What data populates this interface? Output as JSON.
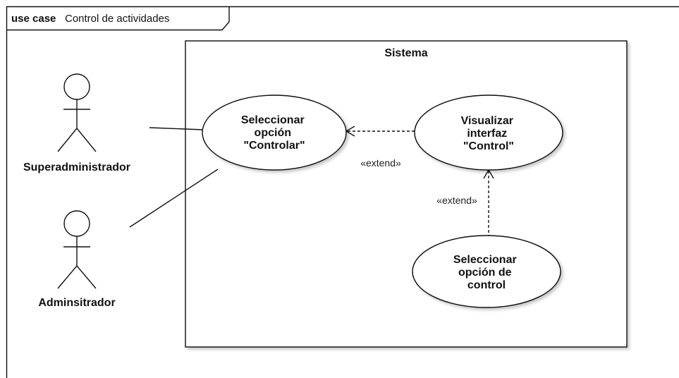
{
  "frame": {
    "keyword": "use case",
    "name": "Control de actividades"
  },
  "system": {
    "title": "Sistema"
  },
  "actors": [
    {
      "name": "Superadministrador"
    },
    {
      "name": "Adminsitrador"
    }
  ],
  "use_cases": [
    {
      "lines": [
        "Seleccionar",
        "opción",
        "\"Controlar\""
      ]
    },
    {
      "lines": [
        "Visualizar",
        "interfaz",
        "\"Control\""
      ]
    },
    {
      "lines": [
        "Seleccionar",
        "opción de",
        "control"
      ]
    }
  ],
  "relations": [
    {
      "label": "«extend»"
    },
    {
      "label": "«extend»"
    }
  ]
}
